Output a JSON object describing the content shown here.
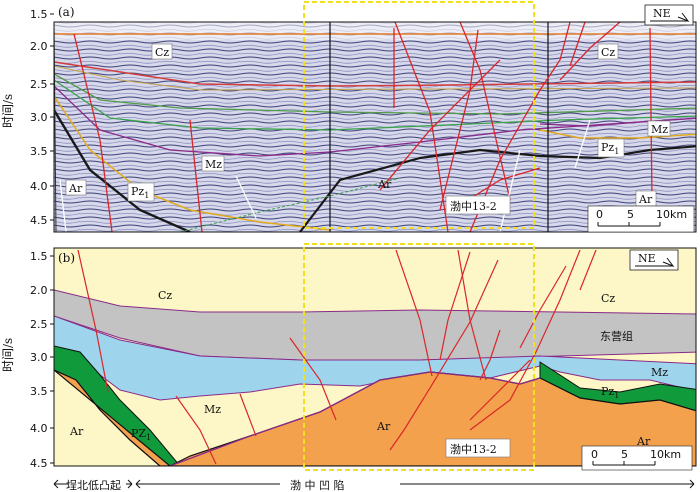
{
  "panel_a": {
    "tag": "(a)",
    "y_axis_label": "时间/s",
    "y_ticks": [
      "1.5",
      "2.0",
      "2.5",
      "3.0",
      "3.5",
      "4.0",
      "4.5"
    ],
    "labels": {
      "cz_left": "Cz",
      "cz_right": "Cz",
      "mz_center": "Mz",
      "mz_right": "Mz",
      "ar_left": "Ar",
      "ar_center": "Ar",
      "ar_right": "Ar",
      "pz_left": "Pz",
      "pz_left_sub": "1",
      "pz_right": "Pz",
      "pz_right_sub": "1",
      "study_area": "渤中13-2"
    },
    "compass": "NE",
    "scale": {
      "zero": "0",
      "mid": "5",
      "end": "10km"
    }
  },
  "panel_b": {
    "tag": "(b)",
    "y_axis_label": "时间/s",
    "y_ticks": [
      "1.5",
      "2.0",
      "2.5",
      "3.0",
      "3.5",
      "4.0",
      "4.5"
    ],
    "labels": {
      "cz_left": "Cz",
      "cz_right": "Cz",
      "dongying": "东营组",
      "mz_left": "Mz",
      "mz_right": "Mz",
      "ar_left": "Ar",
      "ar_center": "Ar",
      "ar_right": "Ar",
      "pz_left": "PZ",
      "pz_left_sub": "1",
      "pz_right": "Pz",
      "pz_right_sub": "1",
      "study_area": "渤中13-2"
    },
    "compass": "NE",
    "scale": {
      "zero": "0",
      "mid": "5",
      "end": "10km"
    }
  },
  "bottom_bar": {
    "left_region": "埕北低凸起",
    "right_region": "渤  中  凹  陷"
  },
  "colors": {
    "cz_fill": "#fdf6c6",
    "dongying_fill": "#c3c3c3",
    "mz_fill": "#9fd5ec",
    "pz_fill": "#119a3c",
    "ar_fill": "#f4a14d",
    "fault": "#d9262b",
    "study_box": "#f5e32c",
    "seismic_bg": "#d6d7ea"
  }
}
